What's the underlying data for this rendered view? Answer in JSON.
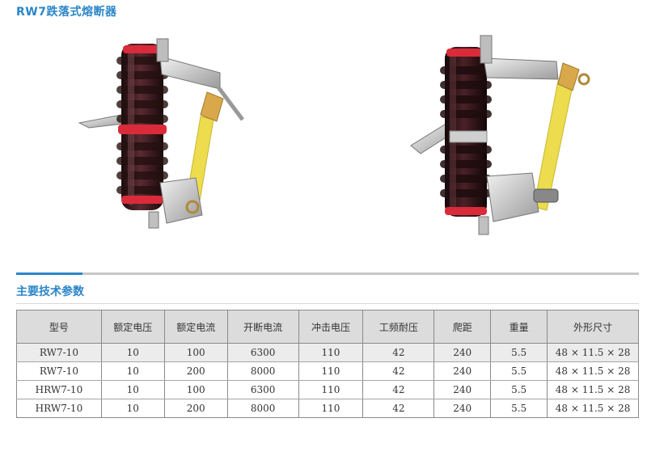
{
  "page": {
    "title": "RW7跌落式熔断器"
  },
  "photos": {
    "left": {
      "icon": "drop-out-fuse-photo-open"
    },
    "right": {
      "icon": "drop-out-fuse-photo-closed"
    }
  },
  "section": {
    "title": "主要技术参数"
  },
  "table": {
    "headers": [
      "型号",
      "额定电压",
      "额定电流",
      "开断电流",
      "冲击电压",
      "工频耐压",
      "爬距",
      "重量",
      "外形尺寸"
    ],
    "rows": [
      [
        "RW7-10",
        "10",
        "100",
        "6300",
        "110",
        "42",
        "240",
        "5.5",
        "48 × 11.5 × 28"
      ],
      [
        "RW7-10",
        "10",
        "200",
        "8000",
        "110",
        "42",
        "240",
        "5.5",
        "48 × 11.5 × 28"
      ],
      [
        "HRW7-10",
        "10",
        "100",
        "6300",
        "110",
        "42",
        "240",
        "5.5",
        "48 × 11.5 × 28"
      ],
      [
        "HRW7-10",
        "10",
        "200",
        "8000",
        "110",
        "42",
        "240",
        "5.5",
        "48 × 11.5 × 28"
      ]
    ]
  },
  "colors": {
    "accent": "#2b86c8",
    "insulator": "#3a1a1e",
    "band": "#d92b3a",
    "fuse_tube": "#e6d84a"
  }
}
